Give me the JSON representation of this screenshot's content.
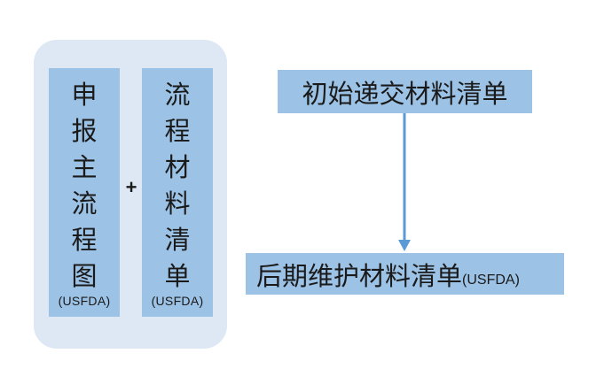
{
  "left_group": {
    "boxes": [
      {
        "chars": [
          "申",
          "报",
          "主",
          "流",
          "程",
          "图"
        ],
        "subtitle": "(USFDA)"
      },
      {
        "chars": [
          "流",
          "程",
          "材",
          "料",
          "清",
          "单"
        ],
        "subtitle": "(USFDA)"
      }
    ],
    "connector": "+"
  },
  "flow": {
    "top_box": {
      "label": "初始递交材料清单"
    },
    "bottom_box": {
      "label": "后期维护材料清单",
      "suffix": "(USFDA)"
    }
  },
  "colors": {
    "group_background": "#dde8f4",
    "box_fill": "#9cc2e5",
    "arrow": "#5b9bd5"
  }
}
